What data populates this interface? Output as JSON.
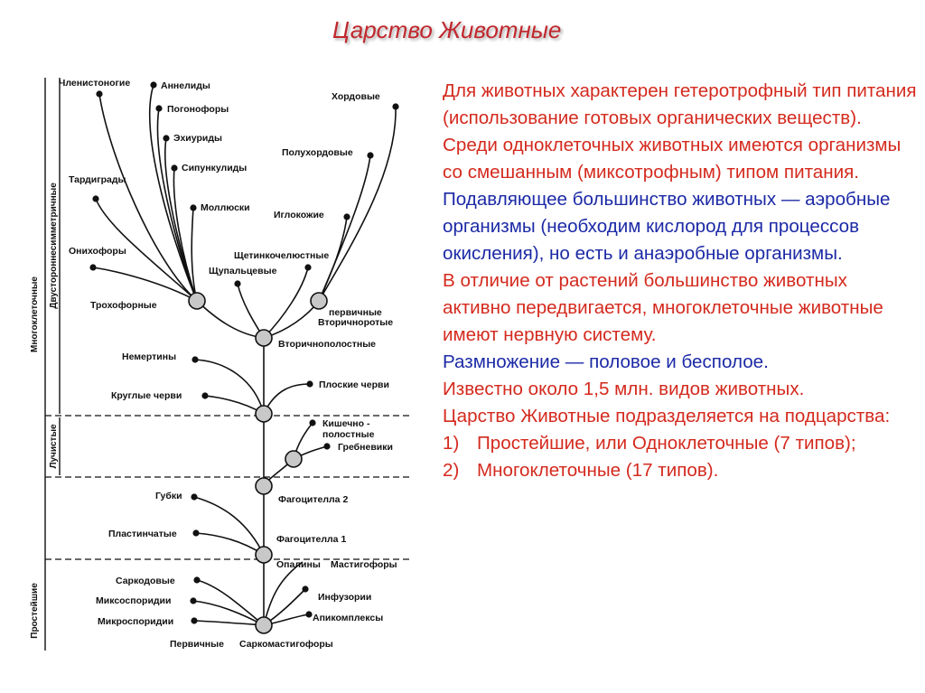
{
  "title": "Царство Животные",
  "diagram": {
    "side_labels": {
      "multicellular": "Многоклеточные",
      "bilateral": "Двусторонне­симметричные",
      "radial": "Лучистые",
      "protozoa": "Простейшие"
    },
    "taxa": {
      "chlenistonogie": "Членистоногие",
      "annelidy": "Аннелиды",
      "pogonofory": "Погонофоры",
      "ekhiuridy": "Эхиуриды",
      "sipunkulidy": "Сипункулиды",
      "tardigrady": "Тардиграды",
      "mollyuski": "Моллюски",
      "onikhofory": "Онихофоры",
      "khordovye": "Хордовые",
      "polukhordovye": "Полухордовые",
      "iglokozhie": "Иглокожие",
      "shchetinkochelyustnye": "Щетинкочелюстные",
      "shchupaltsevye": "Щупальцевые",
      "trokhofornye": "Трохофорные",
      "pervichnye_vtorichnorotye_1": "первичные",
      "pervichnye_vtorichnorotye_2": "Вторичноротые",
      "vtorichnopolostnye": "Вторичнополостные",
      "nemertiny": "Немертины",
      "ploskie_chervi": "Плоские черви",
      "kruglye_chervi": "Круглые черви",
      "kishechnopolostnye_1": "Кишечно -",
      "kishechnopolostnye_2": "полостные",
      "grebneviki": "Гребневики",
      "gubki": "Губки",
      "fagotsitella2": "Фагоцителла 2",
      "plastinchatye": "Пластинчатые",
      "fagotsitella1": "Фагоцителла 1",
      "opaliny": "Опалины",
      "mastigofory": "Мастигофоры",
      "sarkodovye": "Саркодовые",
      "infuzorii": "Инфузории",
      "miksosporidii": "Миксоспоридии",
      "apikompleksy": "Апикомплексы",
      "mikrosporidii": "Микроспоридии",
      "pervichnye": "Первичные",
      "sarkomastigofory": "Саркомастигофоры"
    }
  },
  "paragraphs": [
    {
      "color": "red",
      "text": "Для животных характерен гетеротрофный тип питания (использование готовых органических веществ). Среди одноклеточных животных имеются организмы со смешанным (миксотрофным) типом питания."
    },
    {
      "color": "blue",
      "text": "Подавляющее большинство животных — аэробные организмы (необходим кислород для процессов окисления), но есть и анаэробные организмы."
    },
    {
      "color": "red",
      "text": "В отличие от растений большинство животных активно передвигается, многоклеточные животные имеют нервную систему."
    },
    {
      "color": "blue",
      "text": "Размножение — половое и бесполое."
    },
    {
      "color": "red",
      "text": "Известно около 1,5 млн. видов животных."
    },
    {
      "color": "red",
      "text": "Царство Животные подразделяется на подцарства:"
    }
  ],
  "subkingdoms": [
    {
      "num": "1)",
      "text": "Простейшие, или Одноклеточные (7 типов);"
    },
    {
      "num": "2)",
      "text": "Многоклеточные (17 типов)."
    }
  ],
  "colors": {
    "title": "#c0272d",
    "red": "#d42a1e",
    "blue": "#1c2aa6"
  }
}
